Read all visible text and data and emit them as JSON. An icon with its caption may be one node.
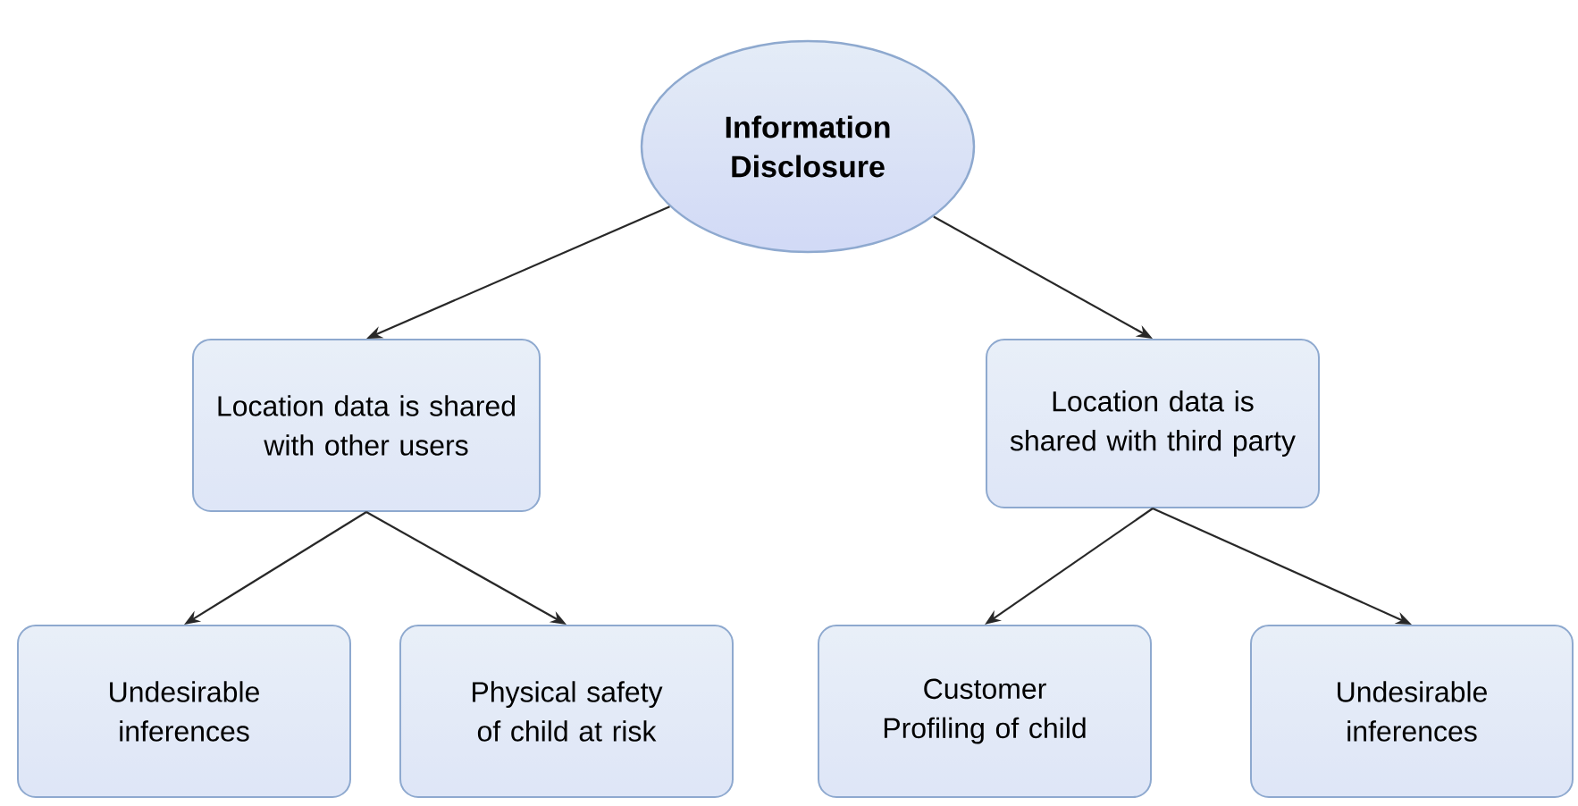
{
  "diagram": {
    "nodes": [
      {
        "text": [
          "Information Disclosure"
        ]
      },
      {
        "text": [
          "Location data is shared with other users"
        ]
      },
      {
        "text": [
          "Location data is shared with third party"
        ]
      },
      {
        "text": [
          "Undesirable inferences"
        ]
      },
      {
        "text": [
          "Physical safety of child at risk"
        ]
      },
      {
        "text": [
          "Customer Profiling of child"
        ]
      },
      {
        "text": [
          "Undesirable inferences"
        ]
      }
    ],
    "edges": [
      {
        "from": 0,
        "to": 1,
        "arrow": "to"
      },
      {
        "from": 0,
        "to": 2,
        "arrow": "to"
      },
      {
        "from": 1,
        "to": 3,
        "arrow": "to"
      },
      {
        "from": 1,
        "to": 4,
        "arrow": "to"
      },
      {
        "from": 2,
        "to": 5,
        "arrow": "to"
      },
      {
        "from": 2,
        "to": 6,
        "arrow": "to"
      }
    ]
  }
}
